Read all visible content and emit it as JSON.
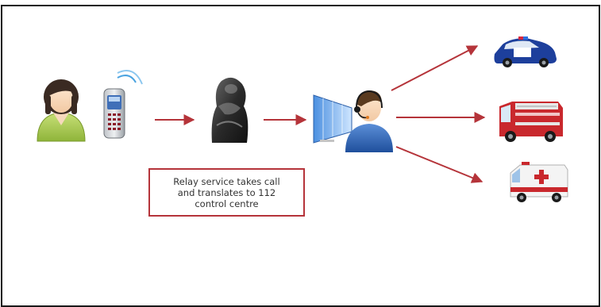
{
  "caption": {
    "lines": [
      "Relay service takes call",
      "and translates to 112",
      "control centre"
    ]
  },
  "colors": {
    "arrow": "#b5343a",
    "border": "#1a1a1a",
    "caption_border": "#b5343a",
    "caption_text": "#333333"
  },
  "nodes": {
    "caller": {
      "icon": "woman-user-icon"
    },
    "phone": {
      "icon": "mobile-phone-icon"
    },
    "relay": {
      "icon": "relay-service-icon"
    },
    "control_centre": {
      "icon": "call-operator-icon"
    },
    "police": {
      "icon": "police-car-icon"
    },
    "fire": {
      "icon": "fire-truck-icon"
    },
    "ambulance": {
      "icon": "ambulance-icon"
    }
  }
}
